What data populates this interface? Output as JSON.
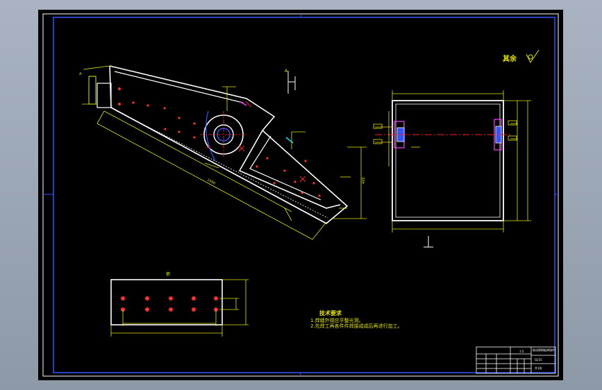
{
  "drawing": {
    "roughness_note": "其余",
    "section_label": "A",
    "plate_view_label": "俯",
    "tech_requirements": {
      "title": "技术要求",
      "lines": [
        "1.焊缝外观应平整光滑。",
        "2.先焊工再各件件焊接成成后再进行加工。"
      ]
    },
    "title_block": {
      "drawing_name": "振动筛侧板焊接件",
      "scale": "1:5",
      "material_note": "Q235",
      "sheet": "共1张"
    },
    "colors": {
      "background": "#000000",
      "frame": "#ffffff",
      "outline": "#ffffff",
      "dimension": "#e6e600",
      "centerline": "#ff2020",
      "hole": "#ff3030",
      "hidden": "#3355ff",
      "accent_magenta": "#ff40ff",
      "accent_cyan": "#00e5ff"
    }
  }
}
